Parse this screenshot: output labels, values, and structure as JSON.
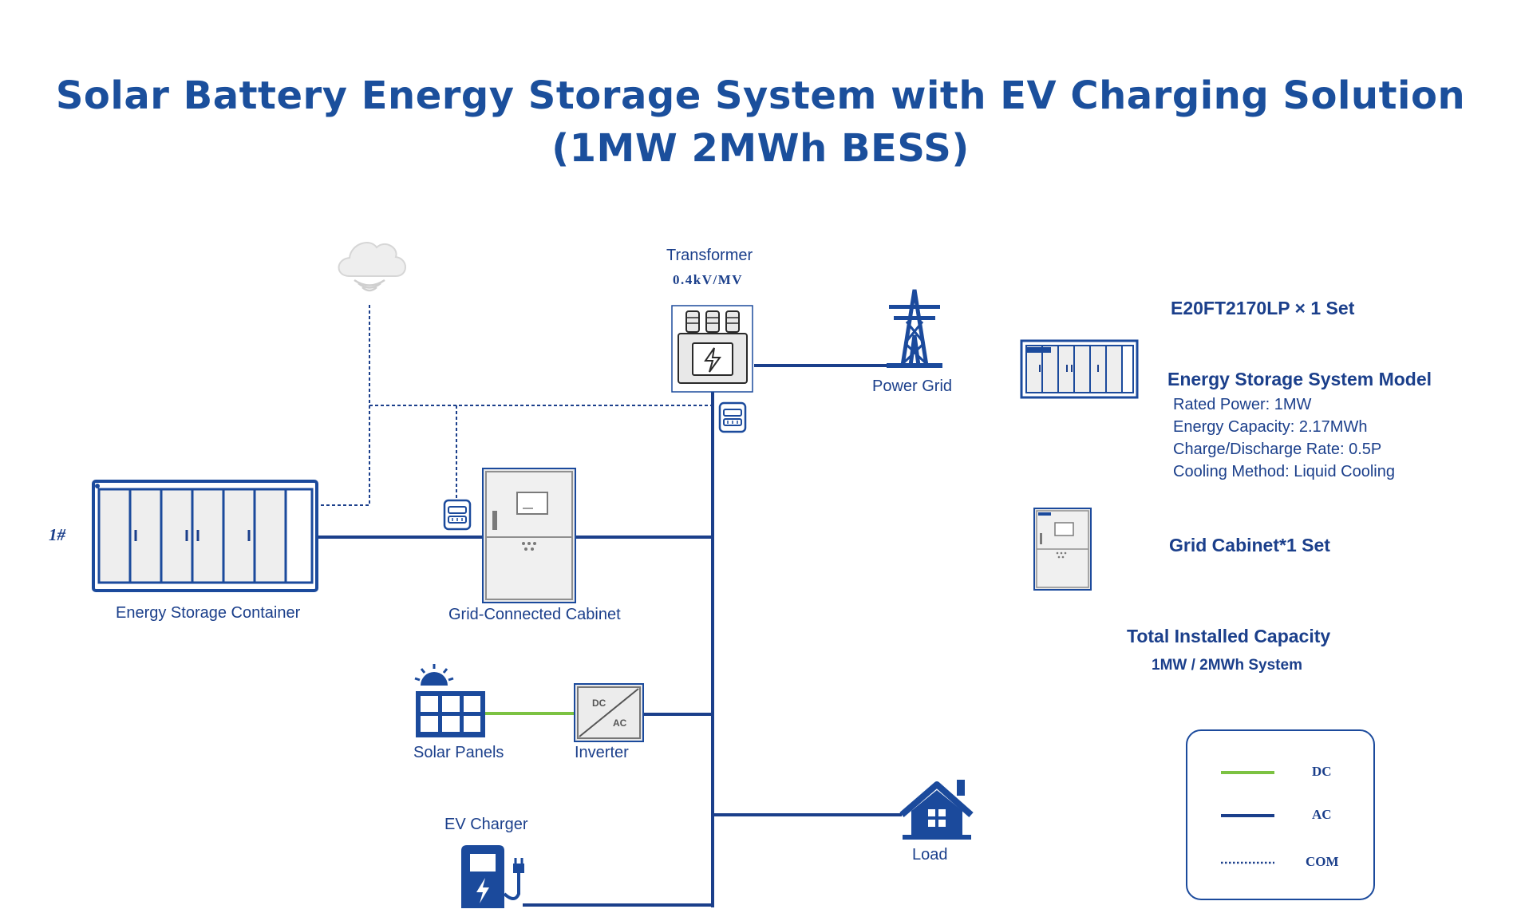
{
  "title": {
    "line1": "Solar Battery Energy Storage System with EV Charging Solution",
    "line2": "(1MW 2MWh BESS)"
  },
  "diagram": {
    "transformer_label": "Transformer",
    "transformer_voltage": "0.4kV/MV",
    "power_grid_label": "Power Grid",
    "container_index": "1#",
    "energy_storage_container_label": "Energy Storage Container",
    "grid_cabinet_label": "Grid-Connected Cabinet",
    "solar_panels_label": "Solar Panels",
    "inverter_label": "Inverter",
    "inverter_dc_text": "DC",
    "inverter_ac_text": "AC",
    "ev_charger_label": "EV Charger",
    "load_label": "Load"
  },
  "specs": {
    "model_set": "E20FT2170LP × 1 Set",
    "model_heading": "Energy Storage System Model",
    "rated_power": "Rated Power: 1MW",
    "energy_capacity": "Energy Capacity: 2.17MWh",
    "charge_rate": "Charge/Discharge Rate: 0.5P",
    "cooling": "Cooling Method: Liquid Cooling",
    "grid_cabinet_set": "Grid Cabinet*1 Set",
    "total_heading": "Total Installed Capacity",
    "total_value": "1MW / 2MWh System"
  },
  "legend": {
    "dc": "DC",
    "ac": "AC",
    "com": "COM"
  },
  "colors": {
    "ac_line": "#1b3f8b",
    "dc_line": "#7cc242",
    "title": "#1b4f9c",
    "icon_blue": "#1b4a9c",
    "equipment_grey": "#e6e6e6"
  },
  "icons": [
    "cloud-icon",
    "wifi-icon",
    "transformer-icon",
    "power-tower-icon",
    "meter-icon",
    "battery-container-icon",
    "grid-cabinet-icon",
    "solar-panel-icon",
    "sun-icon",
    "inverter-icon",
    "ev-charger-icon",
    "house-icon"
  ]
}
